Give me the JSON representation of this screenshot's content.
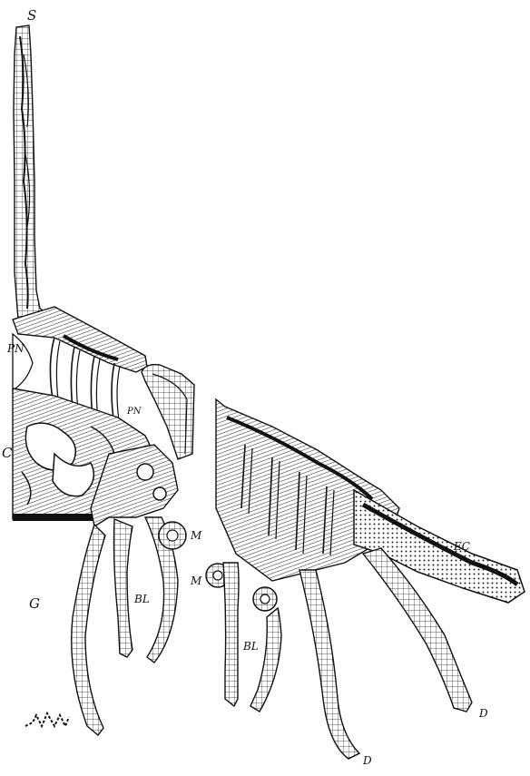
{
  "labels": {
    "S": "S",
    "PN_left": "PN",
    "PN_center": "PN",
    "C": "C",
    "G": "G",
    "M_upper": "M",
    "M_lower": "M",
    "BL_left": "BL",
    "BL_right": "BL",
    "EC": "EC",
    "D_right": "D",
    "D_bottom": "D"
  },
  "colors": {
    "ink": "#111111",
    "paper": "#ffffff",
    "tissue_light": "#f4f4f4",
    "tissue_hatch": "#8a8a8a",
    "tissue_dark": "#2a2a2a"
  }
}
